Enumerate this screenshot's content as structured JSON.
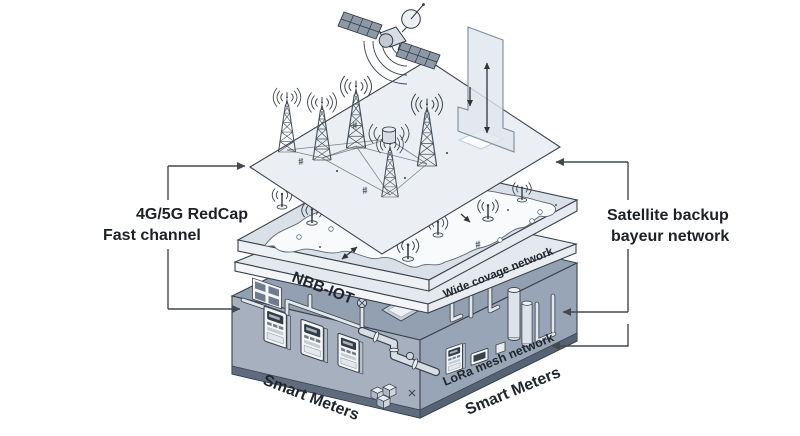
{
  "annotations": {
    "left": {
      "line1": "4G/5G RedCap",
      "line2": "Fast channel"
    },
    "right": {
      "line1": "Satellite backup",
      "line2": "bayeur network"
    }
  },
  "layer_labels": {
    "nbb_iot": "NBB-IOT",
    "wide_coverage": "Wide covage network",
    "smart_meters_left": "Smart Meters",
    "lora_mesh": "LoRa mesh network",
    "smart_meters_right": "Smart Meters"
  },
  "markers": {
    "hash": "#"
  },
  "colors": {
    "background": "#ffffff",
    "outline": "#39424c",
    "annotation_line": "#44484d",
    "text": "#1d2126",
    "top_plane": "#ebeff4",
    "coverage_layer_top": "#d9e0e8",
    "coverage_cloud": "#f8fafb",
    "iot_slab_top": "#e4e9ef",
    "block_left_face": "#a6b0bf",
    "block_right_face": "#98a5b6",
    "block_top_face": "#93a0b1",
    "block_bottom_rim": "#5f6c7d"
  }
}
